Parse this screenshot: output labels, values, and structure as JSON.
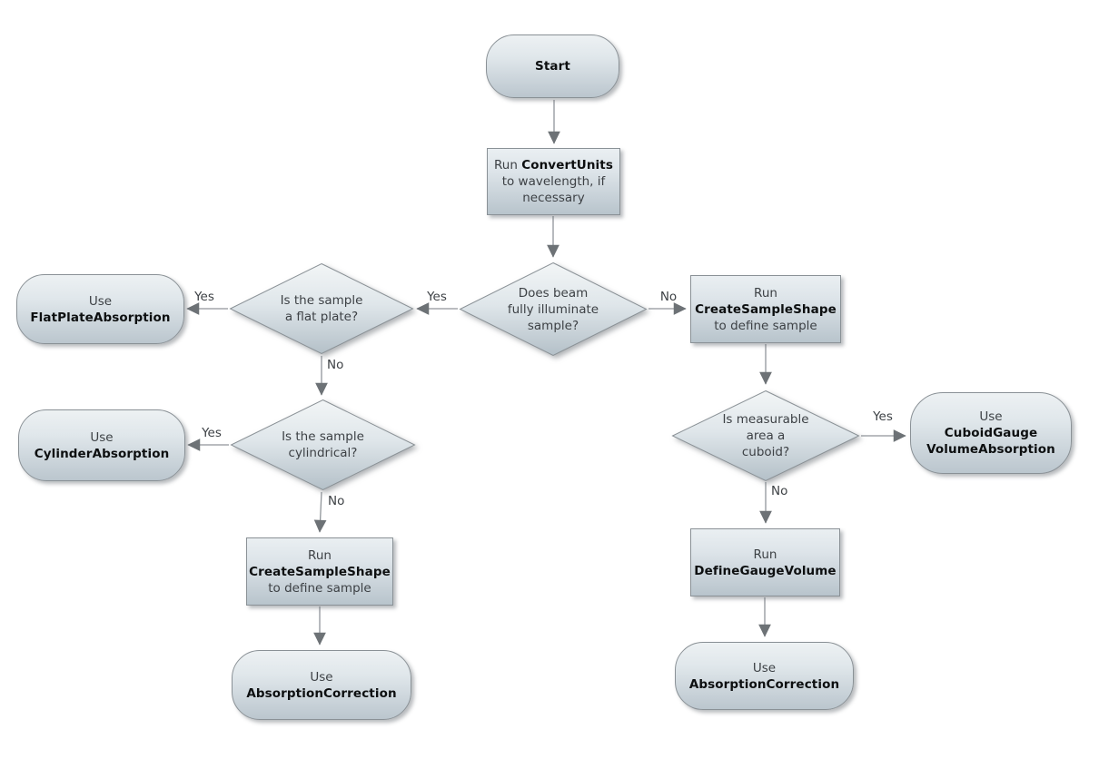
{
  "diagram": {
    "colors": {
      "background": "#ffffff",
      "node_fill_top": "#edf1f3",
      "node_fill_bottom": "#b8c4cc",
      "node_border": "#8a9196",
      "connector_line": "#90959a",
      "arrowhead": "#6d7276",
      "text": "#3d4145",
      "bold_text": "#0d0f10"
    },
    "nodes": {
      "start": {
        "label": "Start"
      },
      "convert_units": {
        "line1_pre": "Run ",
        "line1_bold": "ConvertUnits",
        "line2": "to wavelength, if",
        "line3": "necessary"
      },
      "beam_question": {
        "line1": "Does beam",
        "line2": "fully illuminate",
        "line3": "sample?"
      },
      "flat_plate_question": {
        "line1": "Is the sample",
        "line2": "a flat plate?"
      },
      "flat_plate_use": {
        "line1": "Use",
        "line2_bold": "FlatPlateAbsorption"
      },
      "cylindrical_question": {
        "line1": "Is the sample",
        "line2": "cylindrical?"
      },
      "cylinder_use": {
        "line1": "Use",
        "line2_bold": "CylinderAbsorption"
      },
      "create_sample_shape_left": {
        "line1": "Run",
        "line2_bold": "CreateSampleShape",
        "line3": "to define sample"
      },
      "absorption_use_left": {
        "line1": "Use",
        "line2_bold": "AbsorptionCorrection"
      },
      "create_sample_shape_right": {
        "line1": "Run",
        "line2_bold": "CreateSampleShape",
        "line3": "to define sample"
      },
      "cuboid_question": {
        "line1": "Is measurable",
        "line2": "area a",
        "line3": "cuboid?"
      },
      "cuboid_gauge_use": {
        "line1": "Use",
        "line2_bold": "CuboidGauge",
        "line3_bold": "VolumeAbsorption"
      },
      "define_gauge_volume": {
        "line1": "Run",
        "line2_bold": "DefineGaugeVolume"
      },
      "absorption_use_right": {
        "line1": "Use",
        "line2_bold": "AbsorptionCorrection"
      }
    },
    "edge_labels": {
      "beam_yes": "Yes",
      "beam_no": "No",
      "flat_plate_yes": "Yes",
      "flat_plate_no": "No",
      "cylindrical_yes": "Yes",
      "cylindrical_no": "No",
      "cuboid_yes": "Yes",
      "cuboid_no": "No"
    }
  }
}
